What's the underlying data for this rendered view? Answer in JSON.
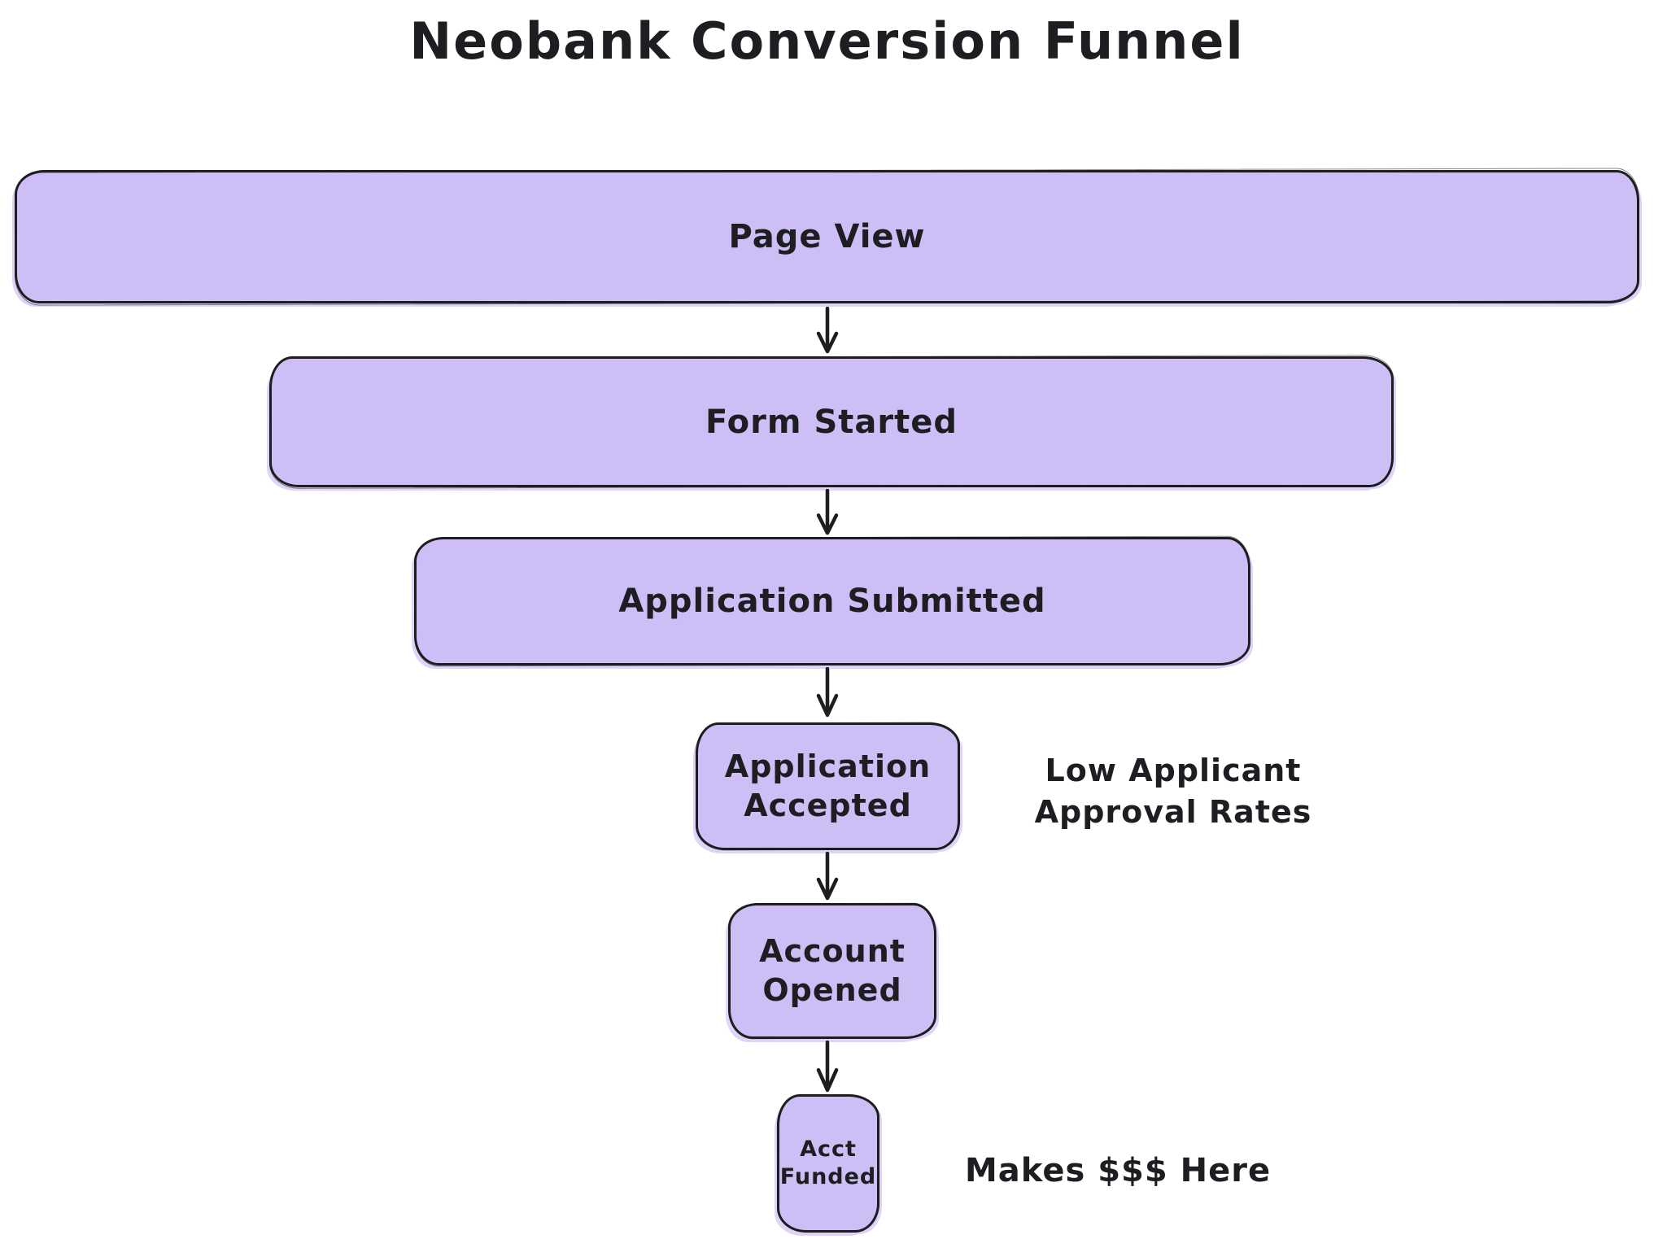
{
  "title": "Neobank Conversion Funnel",
  "diagram_type": "funnel",
  "colors": {
    "stage_fill": "#cdbff6",
    "stroke": "#1e1e1e",
    "text": "#1d1d22",
    "background": "#ffffff"
  },
  "funnel": {
    "stages": [
      {
        "label": "Page View"
      },
      {
        "label": "Form Started"
      },
      {
        "label": "Application Submitted"
      },
      {
        "label": "Application Accepted"
      },
      {
        "label": "Account Opened"
      },
      {
        "label": "Acct Funded"
      }
    ]
  },
  "annotations": [
    {
      "text": "Low Applicant Approval Rates"
    },
    {
      "text": "Makes $$$ Here"
    }
  ]
}
